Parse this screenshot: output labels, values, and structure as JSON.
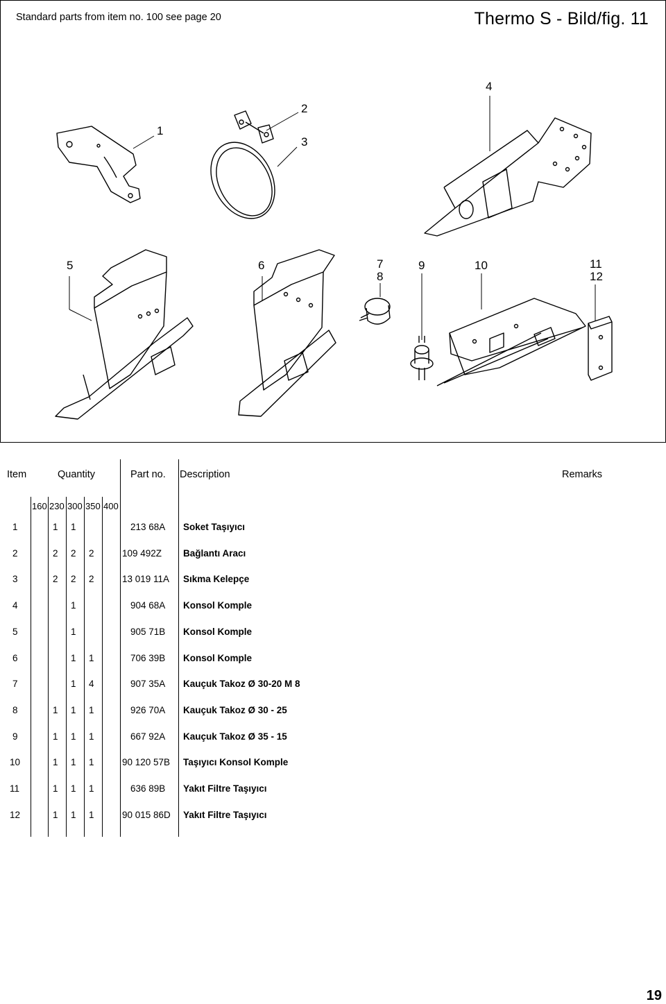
{
  "header": {
    "left_note": "Standard parts from item no. 100 see page 20",
    "title": "Thermo S  - Bild/fig. 11"
  },
  "callouts": [
    "1",
    "2",
    "3",
    "4",
    "5",
    "6",
    "7",
    "8",
    "9",
    "10",
    "11",
    "12"
  ],
  "table": {
    "headers": {
      "item": "Item",
      "quantity": "Quantity",
      "part_no": "Part no.",
      "description": "Description",
      "remarks": "Remarks"
    },
    "quantity_columns": [
      "160",
      "230",
      "300",
      "350",
      "400"
    ],
    "rows": [
      {
        "item": "1",
        "q": [
          "",
          "1",
          "1",
          "",
          ""
        ],
        "part": "213 68A",
        "desc": "Soket Taşıyıcı"
      },
      {
        "item": "2",
        "q": [
          "",
          "2",
          "2",
          "2",
          ""
        ],
        "part": "109 492Z",
        "desc": "Bağlantı Aracı"
      },
      {
        "item": "3",
        "q": [
          "",
          "2",
          "2",
          "2",
          ""
        ],
        "part": "13 019 11A",
        "desc": "Sıkma Kelepçe"
      },
      {
        "item": "4",
        "q": [
          "",
          "",
          "1",
          "",
          ""
        ],
        "part": "904 68A",
        "desc": "Konsol Komple"
      },
      {
        "item": "5",
        "q": [
          "",
          "",
          "1",
          "",
          ""
        ],
        "part": "905 71B",
        "desc": "Konsol Komple"
      },
      {
        "item": "6",
        "q": [
          "",
          "",
          "1",
          "1",
          ""
        ],
        "part": "706 39B",
        "desc": "Konsol Komple"
      },
      {
        "item": "7",
        "q": [
          "",
          "",
          "1",
          "4",
          ""
        ],
        "part": "907 35A",
        "desc": "Kauçuk Takoz Ø 30-20 M 8"
      },
      {
        "item": "8",
        "q": [
          "",
          "1",
          "1",
          "1",
          ""
        ],
        "part": "926 70A",
        "desc": "Kauçuk Takoz Ø 30 - 25"
      },
      {
        "item": "9",
        "q": [
          "",
          "1",
          "1",
          "1",
          ""
        ],
        "part": "667 92A",
        "desc": "Kauçuk Takoz Ø 35 - 15"
      },
      {
        "item": "10",
        "q": [
          "",
          "1",
          "1",
          "1",
          ""
        ],
        "part": "90 120 57B",
        "desc": "Taşıyıcı Konsol Komple"
      },
      {
        "item": "11",
        "q": [
          "",
          "1",
          "1",
          "1",
          ""
        ],
        "part": "636 89B",
        "desc": "Yakıt Filtre Taşıyıcı"
      },
      {
        "item": "12",
        "q": [
          "",
          "1",
          "1",
          "1",
          ""
        ],
        "part": "90 015 86D",
        "desc": "Yakıt Filtre Taşıyıcı"
      }
    ]
  },
  "page_number": "19"
}
